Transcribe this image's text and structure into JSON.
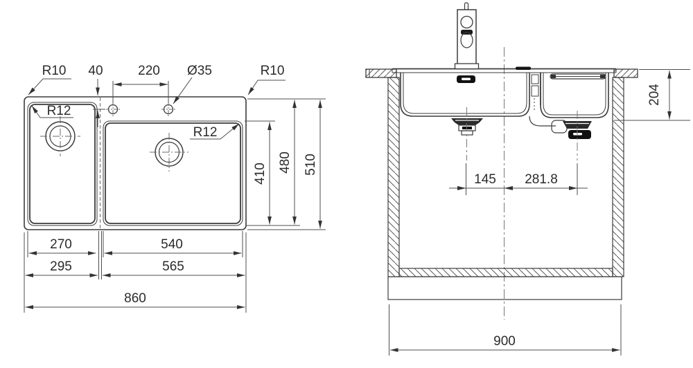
{
  "drawing": {
    "type": "sink-technical-drawing",
    "line_color": "#3b3b3b",
    "dim_color": "#4d4d4d",
    "text_color": "#2b2b2b",
    "background": "#ffffff"
  },
  "plan_view": {
    "labels": {
      "radius_outer_left": "R10",
      "hole_edge_offset": "40",
      "hole_spacing": "220",
      "hole_diameter": "Ø35",
      "radius_outer_right": "R10",
      "radius_bowl_left": "R12",
      "radius_bowl_right": "R12",
      "bowl_depth_front_back": "410",
      "inner_depth": "480",
      "overall_depth": "510",
      "left_bowl_width": "270",
      "right_bowl_width": "540",
      "left_section_width": "295",
      "right_section_width": "565",
      "overall_width": "860"
    }
  },
  "section_view": {
    "labels": {
      "bowl_depth_below_top": "204",
      "left_drain_to_center": "145",
      "center_to_right_drain": "281.8",
      "cabinet_width": "900"
    }
  }
}
